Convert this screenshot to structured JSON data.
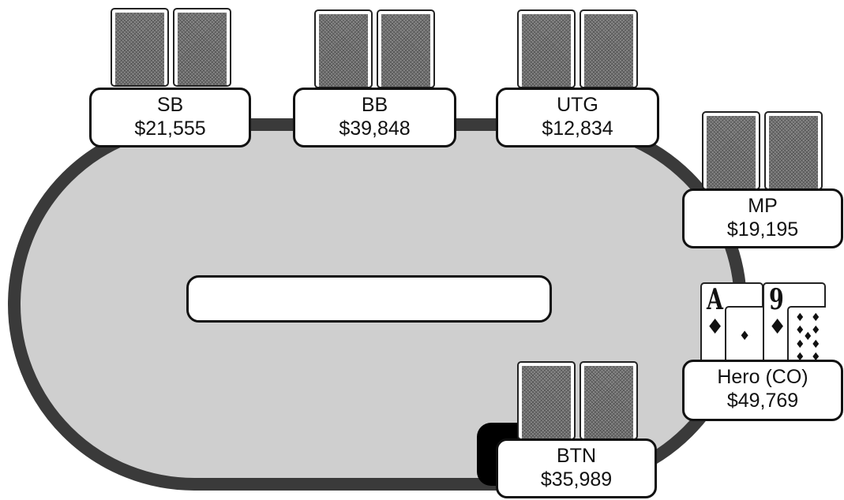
{
  "seats": {
    "sb": {
      "name": "SB",
      "stack": "$21,555"
    },
    "bb": {
      "name": "BB",
      "stack": "$39,848"
    },
    "utg": {
      "name": "UTG",
      "stack": "$12,834"
    },
    "mp": {
      "name": "MP",
      "stack": "$19,195"
    },
    "hero": {
      "name": "Hero (CO)",
      "stack": "$49,769"
    },
    "btn": {
      "name": "BTN",
      "stack": "$35,989"
    }
  },
  "hero_cards": [
    {
      "rank": "A",
      "suit": "♦"
    },
    {
      "rank": "9",
      "suit": "♦"
    }
  ],
  "colors": {
    "felt": "#cfcfcf",
    "rail": "#3a3a3a",
    "dealer_button": "#000000"
  }
}
